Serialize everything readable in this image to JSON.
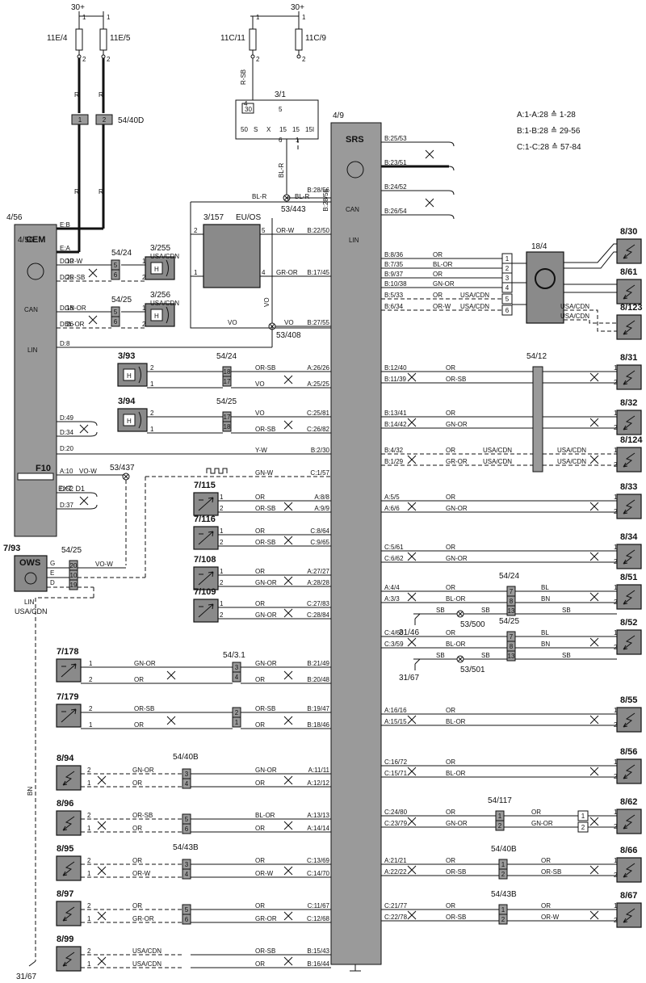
{
  "header": {
    "legend_a": "A:1-A:28 ≙ 1-28",
    "legend_b": "B:1-B:28 ≙ 29-56",
    "legend_c": "C:1-C:28 ≙ 57-84"
  },
  "power": {
    "label_left": "30+",
    "label_right": "30+"
  },
  "fuses": [
    {
      "id": "11E/4",
      "pin_top": "1",
      "pin_bottom": "2"
    },
    {
      "id": "11E/5",
      "pin_top": "1",
      "pin_bottom": "2"
    },
    {
      "id": "11C/11",
      "pin_top": "1",
      "pin_bottom": "2"
    },
    {
      "id": "11C/9",
      "pin_top": "1",
      "pin_bottom": "2"
    }
  ],
  "ignition": {
    "id": "3/1",
    "pins": [
      "30",
      "5",
      "50",
      "S",
      "X",
      "15",
      "15",
      "15I"
    ],
    "pin_a": "4",
    "pin_b": "6",
    "pin_c": "1"
  },
  "cem": {
    "id": "4/56",
    "name": "CEM",
    "can": "CAN",
    "lin": "LIN",
    "fuse": "F10",
    "ext": "EXT. D1",
    "pins": [
      "E:B",
      "E:A",
      "D:10",
      "D:25",
      "D:18",
      "D:26",
      "D:8",
      "D:49",
      "D:34",
      "D:20",
      "A:10",
      "D:52",
      "D:37"
    ]
  },
  "srs": {
    "id": "4/9",
    "name": "SRS",
    "can": "CAN",
    "lin": "LIN"
  },
  "splice": {
    "s443": "53/443",
    "s408": "53/408",
    "s437": "53/437",
    "s500": "53/500",
    "s501": "53/501"
  },
  "ground": {
    "g46": "31/46",
    "g67a": "31/67",
    "g67b": "31/67"
  },
  "ows": {
    "id": "7/93",
    "name": "OWS",
    "lin": "LIN",
    "market": "USA/CDN",
    "conn": "54/25",
    "pins": [
      "G",
      "E",
      "D"
    ],
    "cp": [
      "20",
      "10",
      "19"
    ],
    "wire": "VO-W"
  },
  "eu_os": {
    "id": "3/157",
    "name": "EU/OS"
  },
  "conn_54_40d": {
    "id": "54/40D",
    "p1": "1",
    "p2": "2"
  },
  "wire_colors": {
    "r": "R",
    "rsb": "R-SB",
    "blr": "BL-R",
    "vo": "VO",
    "bn": "BN",
    "orw": "OR-W",
    "grOr": "GR-OR",
    "yw": "Y-W",
    "gnw": "GN-W",
    "vow": "VO-W"
  },
  "left_rows": [
    {
      "conn": "54/24",
      "comp": "3/255",
      "market": "USA/CDN",
      "pins": [
        "5",
        "6"
      ],
      "cpins": [
        "1",
        "2"
      ],
      "wires": [
        "OR-W",
        "OR-SB"
      ]
    },
    {
      "conn": "54/25",
      "comp": "3/256",
      "market": "USA/CDN",
      "pins": [
        "5",
        "6"
      ],
      "cpins": [
        "1",
        "2"
      ],
      "wires": [
        "GN-OR",
        "BL-OR"
      ]
    }
  ],
  "srs_left_pins": [
    {
      "pin": "B:28/56",
      "wire": "BL-R"
    },
    {
      "pin": "B:22/50",
      "wire": "OR-W"
    },
    {
      "pin": "B:17/45",
      "wire": "GR-OR"
    },
    {
      "pin": "B:27/55",
      "wire": "VO"
    },
    {
      "pin": "A:26/26",
      "wire": "OR-SB"
    },
    {
      "pin": "A:25/25",
      "wire": "VO"
    },
    {
      "pin": "C:25/81",
      "wire": "VO"
    },
    {
      "pin": "C:26/82",
      "wire": "OR-SB"
    },
    {
      "pin": "B:2/30",
      "wire": "Y-W"
    },
    {
      "pin": "C:1/57",
      "wire": "GN-W"
    }
  ],
  "side_sensors": [
    {
      "comp": "3/93",
      "conn": "54/24",
      "pins": [
        "18",
        "17"
      ],
      "cpins": [
        "2",
        "1"
      ]
    },
    {
      "comp": "3/94",
      "conn": "54/25",
      "pins": [
        "17",
        "18"
      ],
      "cpins": [
        "2",
        "1"
      ]
    }
  ],
  "pressure_sensors": [
    {
      "comp": "7/115",
      "pins": [
        "1",
        "2"
      ],
      "wires": [
        "OR",
        "OR-SB"
      ],
      "srs": [
        "A:8/8",
        "A:9/9"
      ]
    },
    {
      "comp": "7/116",
      "pins": [
        "1",
        "2"
      ],
      "wires": [
        "OR",
        "OR-SB"
      ],
      "srs": [
        "C:8/64",
        "C:9/65"
      ]
    },
    {
      "comp": "7/108",
      "pins": [
        "1",
        "2"
      ],
      "wires": [
        "OR",
        "GN-OR"
      ],
      "srs": [
        "A:27/27",
        "A:28/28"
      ]
    },
    {
      "comp": "7/109",
      "pins": [
        "1",
        "2"
      ],
      "wires": [
        "OR",
        "GN-OR"
      ],
      "srs": [
        "C:27/83",
        "C:28/84"
      ]
    }
  ],
  "belt_sensors": [
    {
      "comp": "7/178",
      "conn": "54/3.1",
      "cpins": [
        "1",
        "2"
      ],
      "pins": [
        "3",
        "4"
      ],
      "wires": [
        "GN-OR",
        "OR"
      ],
      "srs": [
        "B:21/49",
        "B:20/48"
      ]
    },
    {
      "comp": "7/179",
      "conn": "",
      "cpins": [
        "2",
        "1"
      ],
      "pins": [
        "2",
        "1"
      ],
      "wires": [
        "OR-SB",
        "OR"
      ],
      "srs": [
        "B:19/47",
        "B:18/46"
      ]
    }
  ],
  "left_airbags": [
    {
      "comp": "8/94",
      "conn": "54/40B",
      "cpins": [
        "2",
        "1"
      ],
      "pins": [
        "3",
        "4"
      ],
      "wires_in": [
        "GN-OR",
        "OR"
      ],
      "wires_out": [
        "GN-OR",
        "OR"
      ],
      "srs": [
        "A:11/11",
        "A:12/12"
      ]
    },
    {
      "comp": "8/96",
      "conn": "",
      "cpins": [
        "2",
        "1"
      ],
      "pins": [
        "5",
        "6"
      ],
      "wires_in": [
        "OR-SB",
        "OR"
      ],
      "wires_out": [
        "BL-OR",
        "OR"
      ],
      "srs": [
        "A:13/13",
        "A:14/14"
      ]
    },
    {
      "comp": "8/95",
      "conn": "54/43B",
      "cpins": [
        "2",
        "1"
      ],
      "pins": [
        "3",
        "4"
      ],
      "wires_in": [
        "OR",
        "OR-W"
      ],
      "wires_out": [
        "OR",
        "OR-W"
      ],
      "srs": [
        "C:13/69",
        "C:14/70"
      ]
    },
    {
      "comp": "8/97",
      "conn": "",
      "cpins": [
        "2",
        "1"
      ],
      "pins": [
        "5",
        "6"
      ],
      "wires_in": [
        "OR",
        "GR-OR"
      ],
      "wires_out": [
        "OR",
        "GR-OR"
      ],
      "srs": [
        "C:11/67",
        "C:12/68"
      ]
    },
    {
      "comp": "8/99",
      "conn": "",
      "cpins": [
        "2",
        "1"
      ],
      "pins": [],
      "wires_in": [
        "USA/CDN",
        "USA/CDN"
      ],
      "wires_out": [
        "OR-SB",
        "OR"
      ],
      "srs": [
        "B:15/43",
        "B:16/44"
      ]
    }
  ],
  "srs_right_top": [
    {
      "pin": "B:25/53"
    },
    {
      "pin": "B:23/51"
    },
    {
      "pin": "B:24/52"
    },
    {
      "pin": "B:26/54"
    }
  ],
  "clock_spring": {
    "id": "18/4",
    "pins": [
      "1",
      "2",
      "3",
      "4",
      "5",
      "6"
    ],
    "rows": [
      {
        "pin": "B:8/36",
        "wire": "OR",
        "m": ""
      },
      {
        "pin": "B:7/35",
        "wire": "BL-OR",
        "m": ""
      },
      {
        "pin": "B:9/37",
        "wire": "OR",
        "m": ""
      },
      {
        "pin": "B:10/38",
        "wire": "GN-OR",
        "m": ""
      },
      {
        "pin": "B:5/33",
        "wire": "OR",
        "m": "USA/CDN"
      },
      {
        "pin": "B:6/34",
        "wire": "OR-W",
        "m": "USA/CDN"
      }
    ],
    "out_market_1": "USA/CDN",
    "out_market_2": "USA/CDN"
  },
  "right_loads": [
    {
      "id": "8/30"
    },
    {
      "id": "8/61"
    },
    {
      "id": "8/123"
    }
  ],
  "right_rows": [
    {
      "comp": "8/31",
      "rows": [
        {
          "pin": "B:12/40",
          "wire": "OR"
        },
        {
          "pin": "B:11/39",
          "wire": "OR-SB"
        }
      ],
      "conn": "54/12",
      "cp": [
        "1",
        "2"
      ]
    },
    {
      "comp": "8/32",
      "rows": [
        {
          "pin": "B:13/41",
          "wire": "OR"
        },
        {
          "pin": "B:14/42",
          "wire": "GN-OR"
        }
      ],
      "conn": "",
      "cp": [
        "3",
        "4"
      ]
    },
    {
      "comp": "8/124",
      "rows": [
        {
          "pin": "B:4/32",
          "wire": "OR"
        },
        {
          "pin": "B:1/29",
          "wire": "GR-OR"
        }
      ],
      "conn": "",
      "cp": [
        "5",
        "6"
      ],
      "m": "USA/CDN"
    },
    {
      "comp": "8/33",
      "rows": [
        {
          "pin": "A:5/5",
          "wire": "OR"
        },
        {
          "pin": "A:6/6",
          "wire": "GN-OR"
        }
      ]
    },
    {
      "comp": "8/34",
      "rows": [
        {
          "pin": "C:5/61",
          "wire": "OR"
        },
        {
          "pin": "C:6/62",
          "wire": "GN-OR"
        }
      ]
    },
    {
      "comp": "8/51",
      "rows": [
        {
          "pin": "A:4/4",
          "wire": "OR"
        },
        {
          "pin": "A:3/3",
          "wire": "BL-OR"
        }
      ],
      "conn": "54/24",
      "cp": [
        "7",
        "8",
        "13"
      ],
      "out": [
        "BL",
        "BN"
      ],
      "sb": "SB"
    },
    {
      "comp": "8/52",
      "rows": [
        {
          "pin": "C:4/60",
          "wire": "OR"
        },
        {
          "pin": "C:3/59",
          "wire": "BL-OR"
        }
      ],
      "conn": "54/25",
      "cp": [
        "7",
        "8",
        "13"
      ],
      "out": [
        "BL",
        "BN"
      ],
      "sb": "SB"
    },
    {
      "comp": "8/55",
      "rows": [
        {
          "pin": "A:16/16",
          "wire": "OR"
        },
        {
          "pin": "A:15/15",
          "wire": "BL-OR"
        }
      ]
    },
    {
      "comp": "8/56",
      "rows": [
        {
          "pin": "C:16/72",
          "wire": "OR"
        },
        {
          "pin": "C:15/71",
          "wire": "BL-OR"
        }
      ]
    },
    {
      "comp": "8/62",
      "rows": [
        {
          "pin": "C:24/80",
          "wire": "OR"
        },
        {
          "pin": "C:23/79",
          "wire": "GN-OR"
        }
      ],
      "conn": "54/117",
      "cp": [
        "1",
        "2"
      ],
      "out": [
        "OR",
        "GN-OR"
      ],
      "box": [
        "1",
        "2"
      ]
    },
    {
      "comp": "8/66",
      "rows": [
        {
          "pin": "A:21/21",
          "wire": "OR"
        },
        {
          "pin": "A:22/22",
          "wire": "OR-SB"
        }
      ],
      "conn": "54/40B",
      "cp": [
        "1",
        "2"
      ],
      "out": [
        "OR",
        "OR-SB"
      ]
    },
    {
      "comp": "8/67",
      "rows": [
        {
          "pin": "C:21/77",
          "wire": "OR"
        },
        {
          "pin": "C:22/78",
          "wire": "OR-SB"
        }
      ],
      "conn": "54/43B",
      "cp": [
        "1",
        "2"
      ],
      "out": [
        "OR",
        "OR-W"
      ]
    }
  ]
}
